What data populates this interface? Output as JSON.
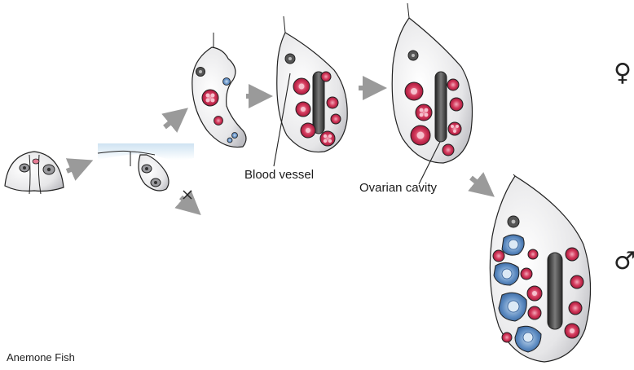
{
  "labels": {
    "blood_vessel": "Blood vessel",
    "ovarian_cavity": "Ovarian cavity",
    "caption": "Anemone Fish"
  },
  "symbols": {
    "female": "♀",
    "male": "♂"
  },
  "colors": {
    "gonad_fill": "#e8e8ea",
    "outline": "#222222",
    "oocyte": "#c8284a",
    "oocyte_light": "#e87890",
    "testis": "#3d6ea8",
    "testis_light": "#a9c4e0",
    "vessel": "#3a3a3a",
    "arrow": "#9a9a9a"
  }
}
